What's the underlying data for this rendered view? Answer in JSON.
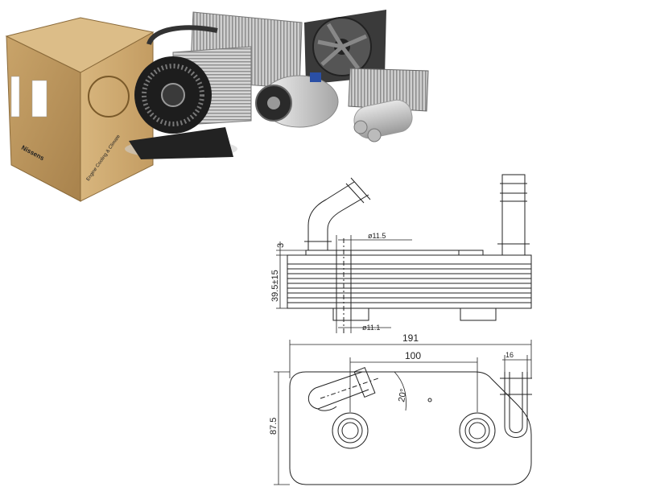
{
  "product_photo": {
    "box_brand": "Nissens",
    "box_tagline": "Engine Cooling & Climate"
  },
  "drawing": {
    "side_view": {
      "dim_top_offset": "3",
      "dim_height": "39.5±15",
      "dim_upper_pipe": "ø11.5",
      "dim_lower_pipe": "ø11.1"
    },
    "top_view": {
      "dim_overall_length": "191",
      "dim_port_spacing": "100",
      "dim_pipe_diameter": "16",
      "dim_width": "87.5",
      "dim_angle": "20°"
    }
  }
}
